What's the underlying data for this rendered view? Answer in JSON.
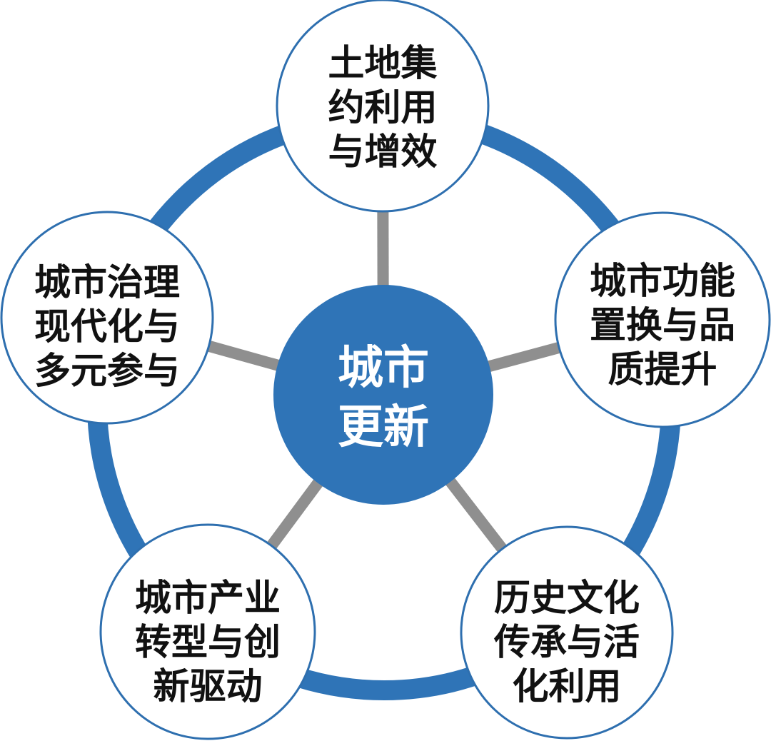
{
  "center": {
    "lines": [
      "城市",
      "更新"
    ]
  },
  "nodes": [
    {
      "lines": [
        "土地集",
        "约利用",
        "与增效"
      ]
    },
    {
      "lines": [
        "城市功能",
        "置换与品",
        "质提升"
      ]
    },
    {
      "lines": [
        "历史文化",
        "传承与活",
        "化利用"
      ]
    },
    {
      "lines": [
        "城市产业",
        "转型与创",
        "新驱动"
      ]
    },
    {
      "lines": [
        "城市治理",
        "现代化与",
        "多元参与"
      ]
    }
  ],
  "colors": {
    "ring": "#2f74b7",
    "center_fill": "#2f74b7",
    "node_border": "#2e6faf",
    "spoke": "#8f8f8f",
    "text": "#111111",
    "center_text": "#ffffff"
  }
}
